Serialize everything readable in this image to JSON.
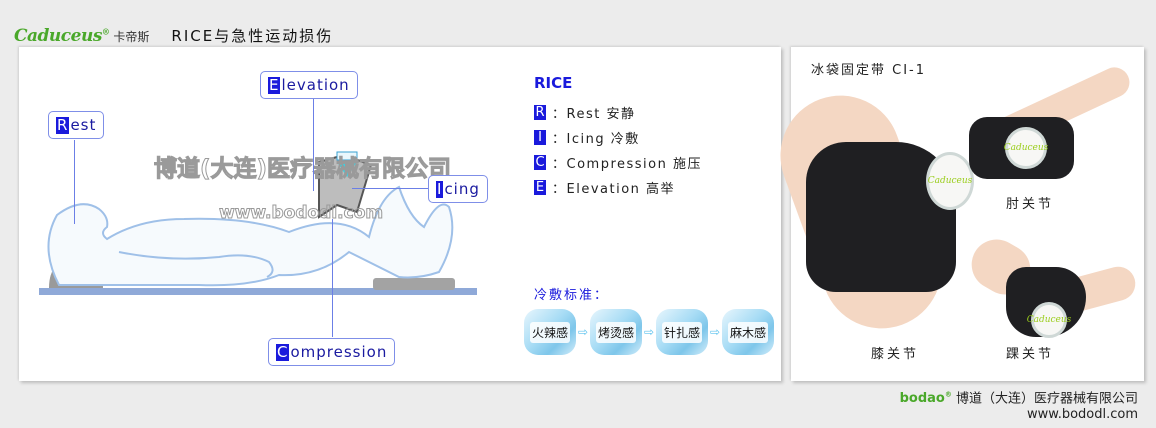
{
  "header": {
    "brand": "Caduceus",
    "brand_mark": "®",
    "brand_cn": "卡帝斯",
    "title": "RICE与急性运动损伤"
  },
  "diagram": {
    "callouts": {
      "rest": {
        "letter": "R",
        "rest": "est"
      },
      "elevation": {
        "letter": "E",
        "rest": "levation"
      },
      "icing": {
        "letter": "I",
        "rest": "cing"
      },
      "compression": {
        "letter": "C",
        "rest": "ompression"
      }
    },
    "watermark_cn": "博道(大连)医疗器械有限公司",
    "watermark_url": "www.bododl.com"
  },
  "rice": {
    "title": "RICE",
    "items": [
      {
        "letter": "R",
        "text": "：Rest 安静"
      },
      {
        "letter": "I",
        "text": "：Icing 冷敷"
      },
      {
        "letter": "C",
        "text": "：Compression 施压"
      },
      {
        "letter": "E",
        "text": "：Elevation 高举"
      }
    ]
  },
  "cold_standard": {
    "title": "冷敷标准：",
    "stages": [
      "火辣感",
      "烤烫感",
      "针扎感",
      "麻木感"
    ],
    "arrow": "⇨"
  },
  "product": {
    "title": "冰袋固定带 CI-1",
    "cap_brand": "Caduceus",
    "labels": {
      "knee": "膝关节",
      "elbow": "肘关节",
      "ankle": "踝关节"
    }
  },
  "footer": {
    "brand": "bodao",
    "brand_mark": "®",
    "company": "博道（大连）医疗器械有限公司",
    "url": "www.bododl.com"
  },
  "colors": {
    "accent_blue": "#1a1adc",
    "brand_green": "#4aa82a",
    "callout_border": "#7f8fe8"
  }
}
